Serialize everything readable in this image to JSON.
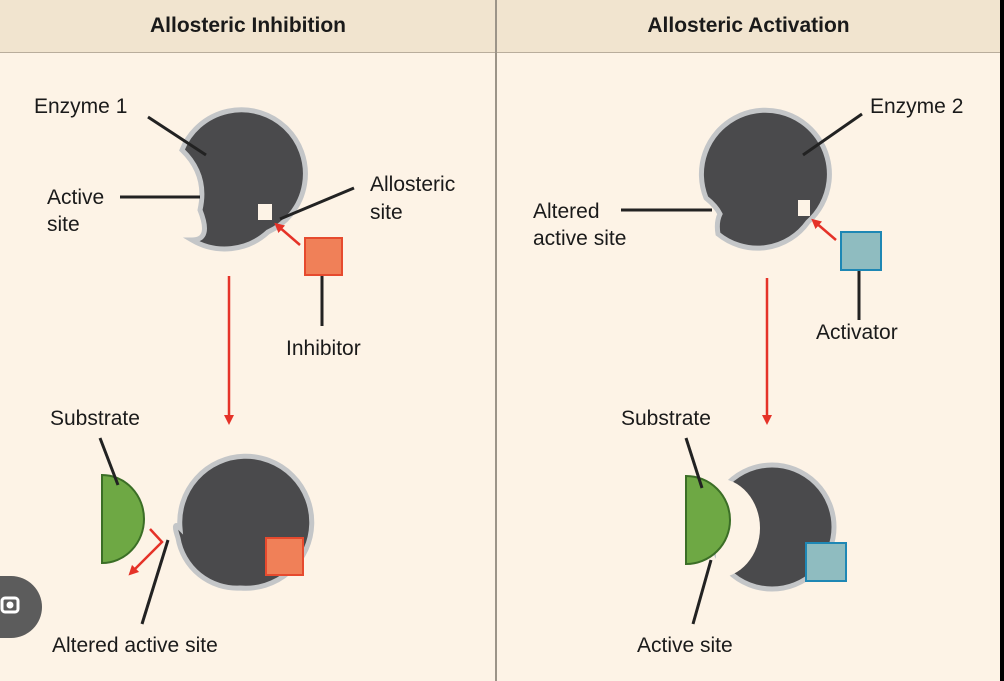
{
  "panels": {
    "left": {
      "title": "Allosteric Inhibition"
    },
    "right": {
      "title": "Allosteric Activation"
    }
  },
  "labels": {
    "enzyme1": "Enzyme 1",
    "active_site_l1": "Active",
    "active_site_l2": "site",
    "allosteric_site_l1": "Allosteric",
    "allosteric_site_l2": "site",
    "inhibitor": "Inhibitor",
    "substrate_left": "Substrate",
    "altered_active_site_left": "Altered active site",
    "enzyme2": "Enzyme 2",
    "altered_active_l1": "Altered",
    "altered_active_l2": "active site",
    "activator": "Activator",
    "substrate_right": "Substrate",
    "active_site_right": "Active site"
  },
  "colors": {
    "enzyme": "#4a4a4c",
    "enzyme_outline": "#c4c6c8",
    "inhibitor": "#f08058",
    "inhibitor_border": "#e64a2e",
    "activator": "#8fbcc0",
    "activator_border": "#1e87b4",
    "substrate": "#6ea844",
    "substrate_border": "#3b6e26",
    "arrow": "#e53228"
  }
}
